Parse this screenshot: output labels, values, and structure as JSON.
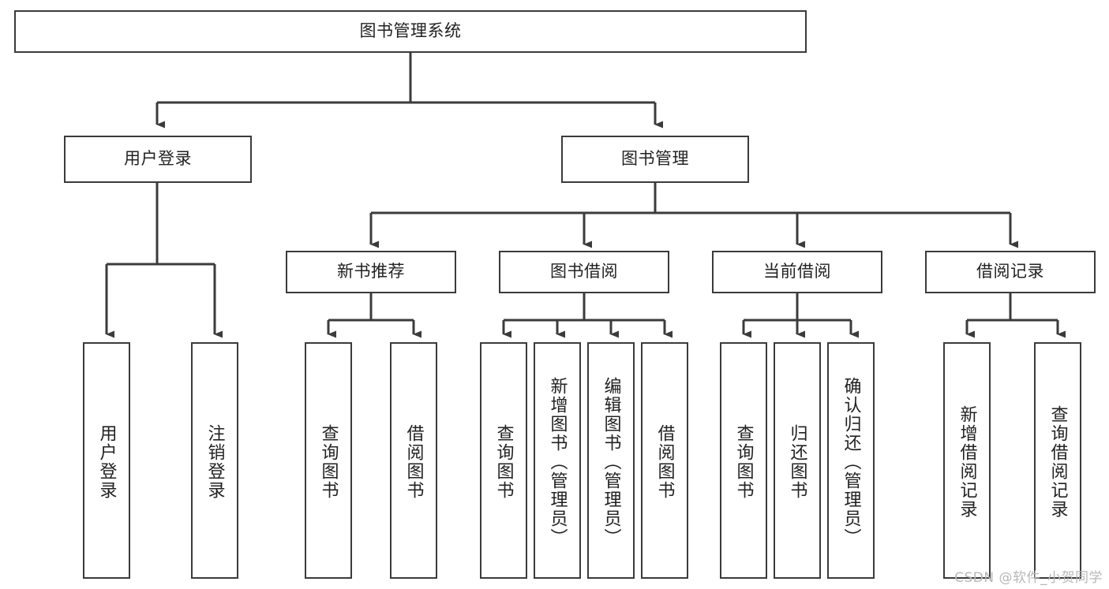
{
  "diagram": {
    "title_node": {
      "label": "图书管理系统"
    },
    "level1": [
      {
        "id": "user-login",
        "label": "用户登录"
      },
      {
        "id": "book-management",
        "label": "图书管理"
      }
    ],
    "level2": [
      {
        "id": "new-book-recommend",
        "label": "新书推荐"
      },
      {
        "id": "book-borrow",
        "label": "图书借阅"
      },
      {
        "id": "current-borrow",
        "label": "当前借阅"
      },
      {
        "id": "borrow-record",
        "label": "借阅记录"
      }
    ],
    "leaves": {
      "user_login": [
        {
          "id": "leaf-user-login",
          "label": "用户登录"
        },
        {
          "id": "leaf-logout-login",
          "label": "注销登录"
        }
      ],
      "new_book_recommend": [
        {
          "id": "leaf-query-book-1",
          "label": "查询图书"
        },
        {
          "id": "leaf-borrow-book-1",
          "label": "借阅图书"
        }
      ],
      "book_borrow": [
        {
          "id": "leaf-query-book-2",
          "label": "查询图书"
        },
        {
          "id": "leaf-add-book",
          "label": "新增图书（管理员）"
        },
        {
          "id": "leaf-edit-book",
          "label": "编辑图书（管理员）"
        },
        {
          "id": "leaf-borrow-book-2",
          "label": "借阅图书"
        }
      ],
      "current_borrow": [
        {
          "id": "leaf-query-book-3",
          "label": "查询图书"
        },
        {
          "id": "leaf-return-book",
          "label": "归还图书"
        },
        {
          "id": "leaf-confirm-return",
          "label": "确认归还（管理员）"
        }
      ],
      "borrow_record": [
        {
          "id": "leaf-add-record",
          "label": "新增借阅记录"
        },
        {
          "id": "leaf-query-record",
          "label": "查询借阅记录"
        }
      ]
    }
  },
  "watermark": {
    "text": "CSDN @软件_小贺同学"
  },
  "colors": {
    "stroke": "#3b3b3b",
    "background": "#ffffff",
    "text": "#222222",
    "watermark": "#b8b8b8"
  }
}
